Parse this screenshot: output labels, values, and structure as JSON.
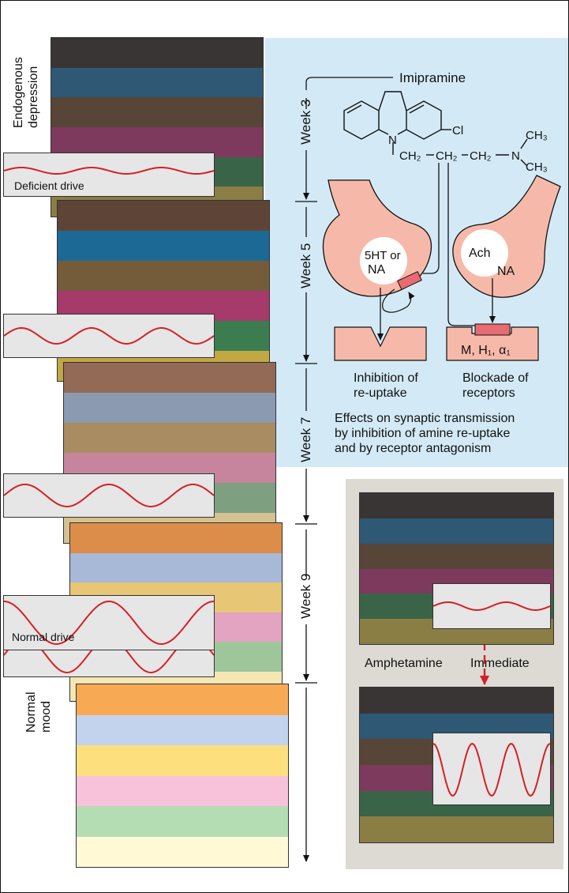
{
  "labels": {
    "endogenous_depression": "Endogenous depression",
    "endogenous_line1": "Endogenous",
    "endogenous_line2": "depression",
    "deficient_drive": "Deficient drive",
    "normal_mood_line1": "Normal",
    "normal_mood_line2": "mood",
    "normal_drive": "Normal drive",
    "drug": "Imipramine",
    "weeks": [
      "Week 3",
      "Week 5",
      "Week 7",
      "Week 9"
    ],
    "neuron_left": [
      "5HT or",
      "NA"
    ],
    "neuron_right": [
      "Ach",
      "NA"
    ],
    "receptor_types": "M, H₁, α₁",
    "inhibition": [
      "Inhibition of",
      "re-uptake"
    ],
    "blockade": [
      "Blockade of",
      "receptors"
    ],
    "effects": [
      "Effects on synaptic transmission",
      "by inhibition of amine re-uptake",
      "and by receptor antagonism"
    ],
    "amphetamine": "Amphetamine",
    "immediate": "Immediate",
    "chem": {
      "n_ring": "N",
      "cl": "Cl",
      "ch2_1": "CH₂",
      "ch2_2": "CH₂",
      "ch2_3": "CH₂",
      "n_amine": "N",
      "ch3_top": "CH₃",
      "ch3_bot": "CH₃"
    }
  },
  "colors": {
    "stage1": [
      "#3a3535",
      "#2f5874",
      "#574538",
      "#7d3a5c",
      "#3a6447",
      "#8b7e44"
    ],
    "stage2": [
      "#5e4437",
      "#1c6996",
      "#745c3b",
      "#a63a6a",
      "#3b7d4f",
      "#c2a844"
    ],
    "stage3": [
      "#926a56",
      "#8b9ab0",
      "#a98c61",
      "#c6859c",
      "#7e9f80",
      "#d4c391"
    ],
    "stage4": [
      "#dc8d4a",
      "#a7b9d7",
      "#e7c675",
      "#e2a4c1",
      "#9fc69b",
      "#f4e7b4"
    ],
    "stage5": [
      "#f8a954",
      "#c3d3ed",
      "#fde07d",
      "#f8c3da",
      "#b5ddb3",
      "#fff9d6"
    ],
    "amphetamine": [
      "#3a3535",
      "#2f5874",
      "#574538",
      "#7d3a5c",
      "#3a6447",
      "#8b7e44"
    ],
    "wave": "#d42027",
    "blue_panel": "#d3eaf6",
    "neuron": "#f6b9a9",
    "transporter": "#e86a72",
    "arrow_red": "#d42027"
  },
  "mood_stages": [
    {
      "stage": "endogenous depression",
      "drive": "deficient"
    },
    {
      "stage": "week 3"
    },
    {
      "stage": "week 5"
    },
    {
      "stage": "week 7"
    },
    {
      "stage": "normal mood",
      "drive": "normal"
    }
  ]
}
